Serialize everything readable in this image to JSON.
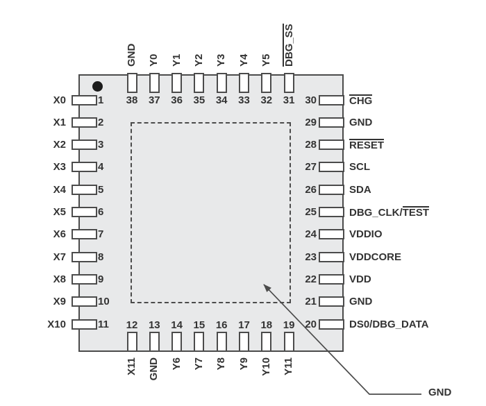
{
  "colors": {
    "background": "#ffffff",
    "package_fill": "#e8e9ea",
    "line": "#4b4b4b",
    "text": "#333333",
    "pad_fill": "#ffffff",
    "pin1_dot": "#1c1c1c"
  },
  "pins": {
    "left": [
      {
        "num": "1",
        "segs": [
          {
            "t": "X0"
          }
        ]
      },
      {
        "num": "2",
        "segs": [
          {
            "t": "X1"
          }
        ]
      },
      {
        "num": "3",
        "segs": [
          {
            "t": "X2"
          }
        ]
      },
      {
        "num": "4",
        "segs": [
          {
            "t": "X3"
          }
        ]
      },
      {
        "num": "5",
        "segs": [
          {
            "t": "X4"
          }
        ]
      },
      {
        "num": "6",
        "segs": [
          {
            "t": "X5"
          }
        ]
      },
      {
        "num": "7",
        "segs": [
          {
            "t": "X6"
          }
        ]
      },
      {
        "num": "8",
        "segs": [
          {
            "t": "X7"
          }
        ]
      },
      {
        "num": "9",
        "segs": [
          {
            "t": "X8"
          }
        ]
      },
      {
        "num": "10",
        "segs": [
          {
            "t": "X9"
          }
        ]
      },
      {
        "num": "11",
        "segs": [
          {
            "t": "X10"
          }
        ]
      }
    ],
    "top": [
      {
        "num": "38",
        "segs": [
          {
            "t": "GND"
          }
        ]
      },
      {
        "num": "37",
        "segs": [
          {
            "t": "Y0"
          }
        ]
      },
      {
        "num": "36",
        "segs": [
          {
            "t": "Y1"
          }
        ]
      },
      {
        "num": "35",
        "segs": [
          {
            "t": "Y2"
          }
        ]
      },
      {
        "num": "34",
        "segs": [
          {
            "t": "Y3"
          }
        ]
      },
      {
        "num": "33",
        "segs": [
          {
            "t": "Y4"
          }
        ]
      },
      {
        "num": "32",
        "segs": [
          {
            "t": "Y5"
          }
        ]
      },
      {
        "num": "31",
        "segs": [
          {
            "t": "DBG_SS",
            "ov": true
          }
        ]
      }
    ],
    "right": [
      {
        "num": "30",
        "segs": [
          {
            "t": "CHG",
            "ov": true
          }
        ]
      },
      {
        "num": "29",
        "segs": [
          {
            "t": "GND"
          }
        ]
      },
      {
        "num": "28",
        "segs": [
          {
            "t": "RESET",
            "ov": true
          }
        ]
      },
      {
        "num": "27",
        "segs": [
          {
            "t": "SCL"
          }
        ]
      },
      {
        "num": "26",
        "segs": [
          {
            "t": "SDA"
          }
        ]
      },
      {
        "num": "25",
        "segs": [
          {
            "t": "DBG_CLK/"
          },
          {
            "t": "TEST",
            "ov": true
          }
        ]
      },
      {
        "num": "24",
        "segs": [
          {
            "t": "VDDIO"
          }
        ]
      },
      {
        "num": "23",
        "segs": [
          {
            "t": "VDDCORE"
          }
        ]
      },
      {
        "num": "22",
        "segs": [
          {
            "t": "VDD"
          }
        ]
      },
      {
        "num": "21",
        "segs": [
          {
            "t": "GND"
          }
        ]
      },
      {
        "num": "20",
        "segs": [
          {
            "t": "DS0/DBG_DATA"
          }
        ]
      }
    ],
    "bottom": [
      {
        "num": "12",
        "segs": [
          {
            "t": "X11"
          }
        ]
      },
      {
        "num": "13",
        "segs": [
          {
            "t": "GND"
          }
        ]
      },
      {
        "num": "14",
        "segs": [
          {
            "t": "Y6"
          }
        ]
      },
      {
        "num": "15",
        "segs": [
          {
            "t": "Y7"
          }
        ]
      },
      {
        "num": "16",
        "segs": [
          {
            "t": "Y8"
          }
        ]
      },
      {
        "num": "17",
        "segs": [
          {
            "t": "Y9"
          }
        ]
      },
      {
        "num": "18",
        "segs": [
          {
            "t": "Y10"
          }
        ]
      },
      {
        "num": "19",
        "segs": [
          {
            "t": "Y11"
          }
        ]
      }
    ]
  },
  "annotation": {
    "exposed_pad_label": "GND"
  }
}
